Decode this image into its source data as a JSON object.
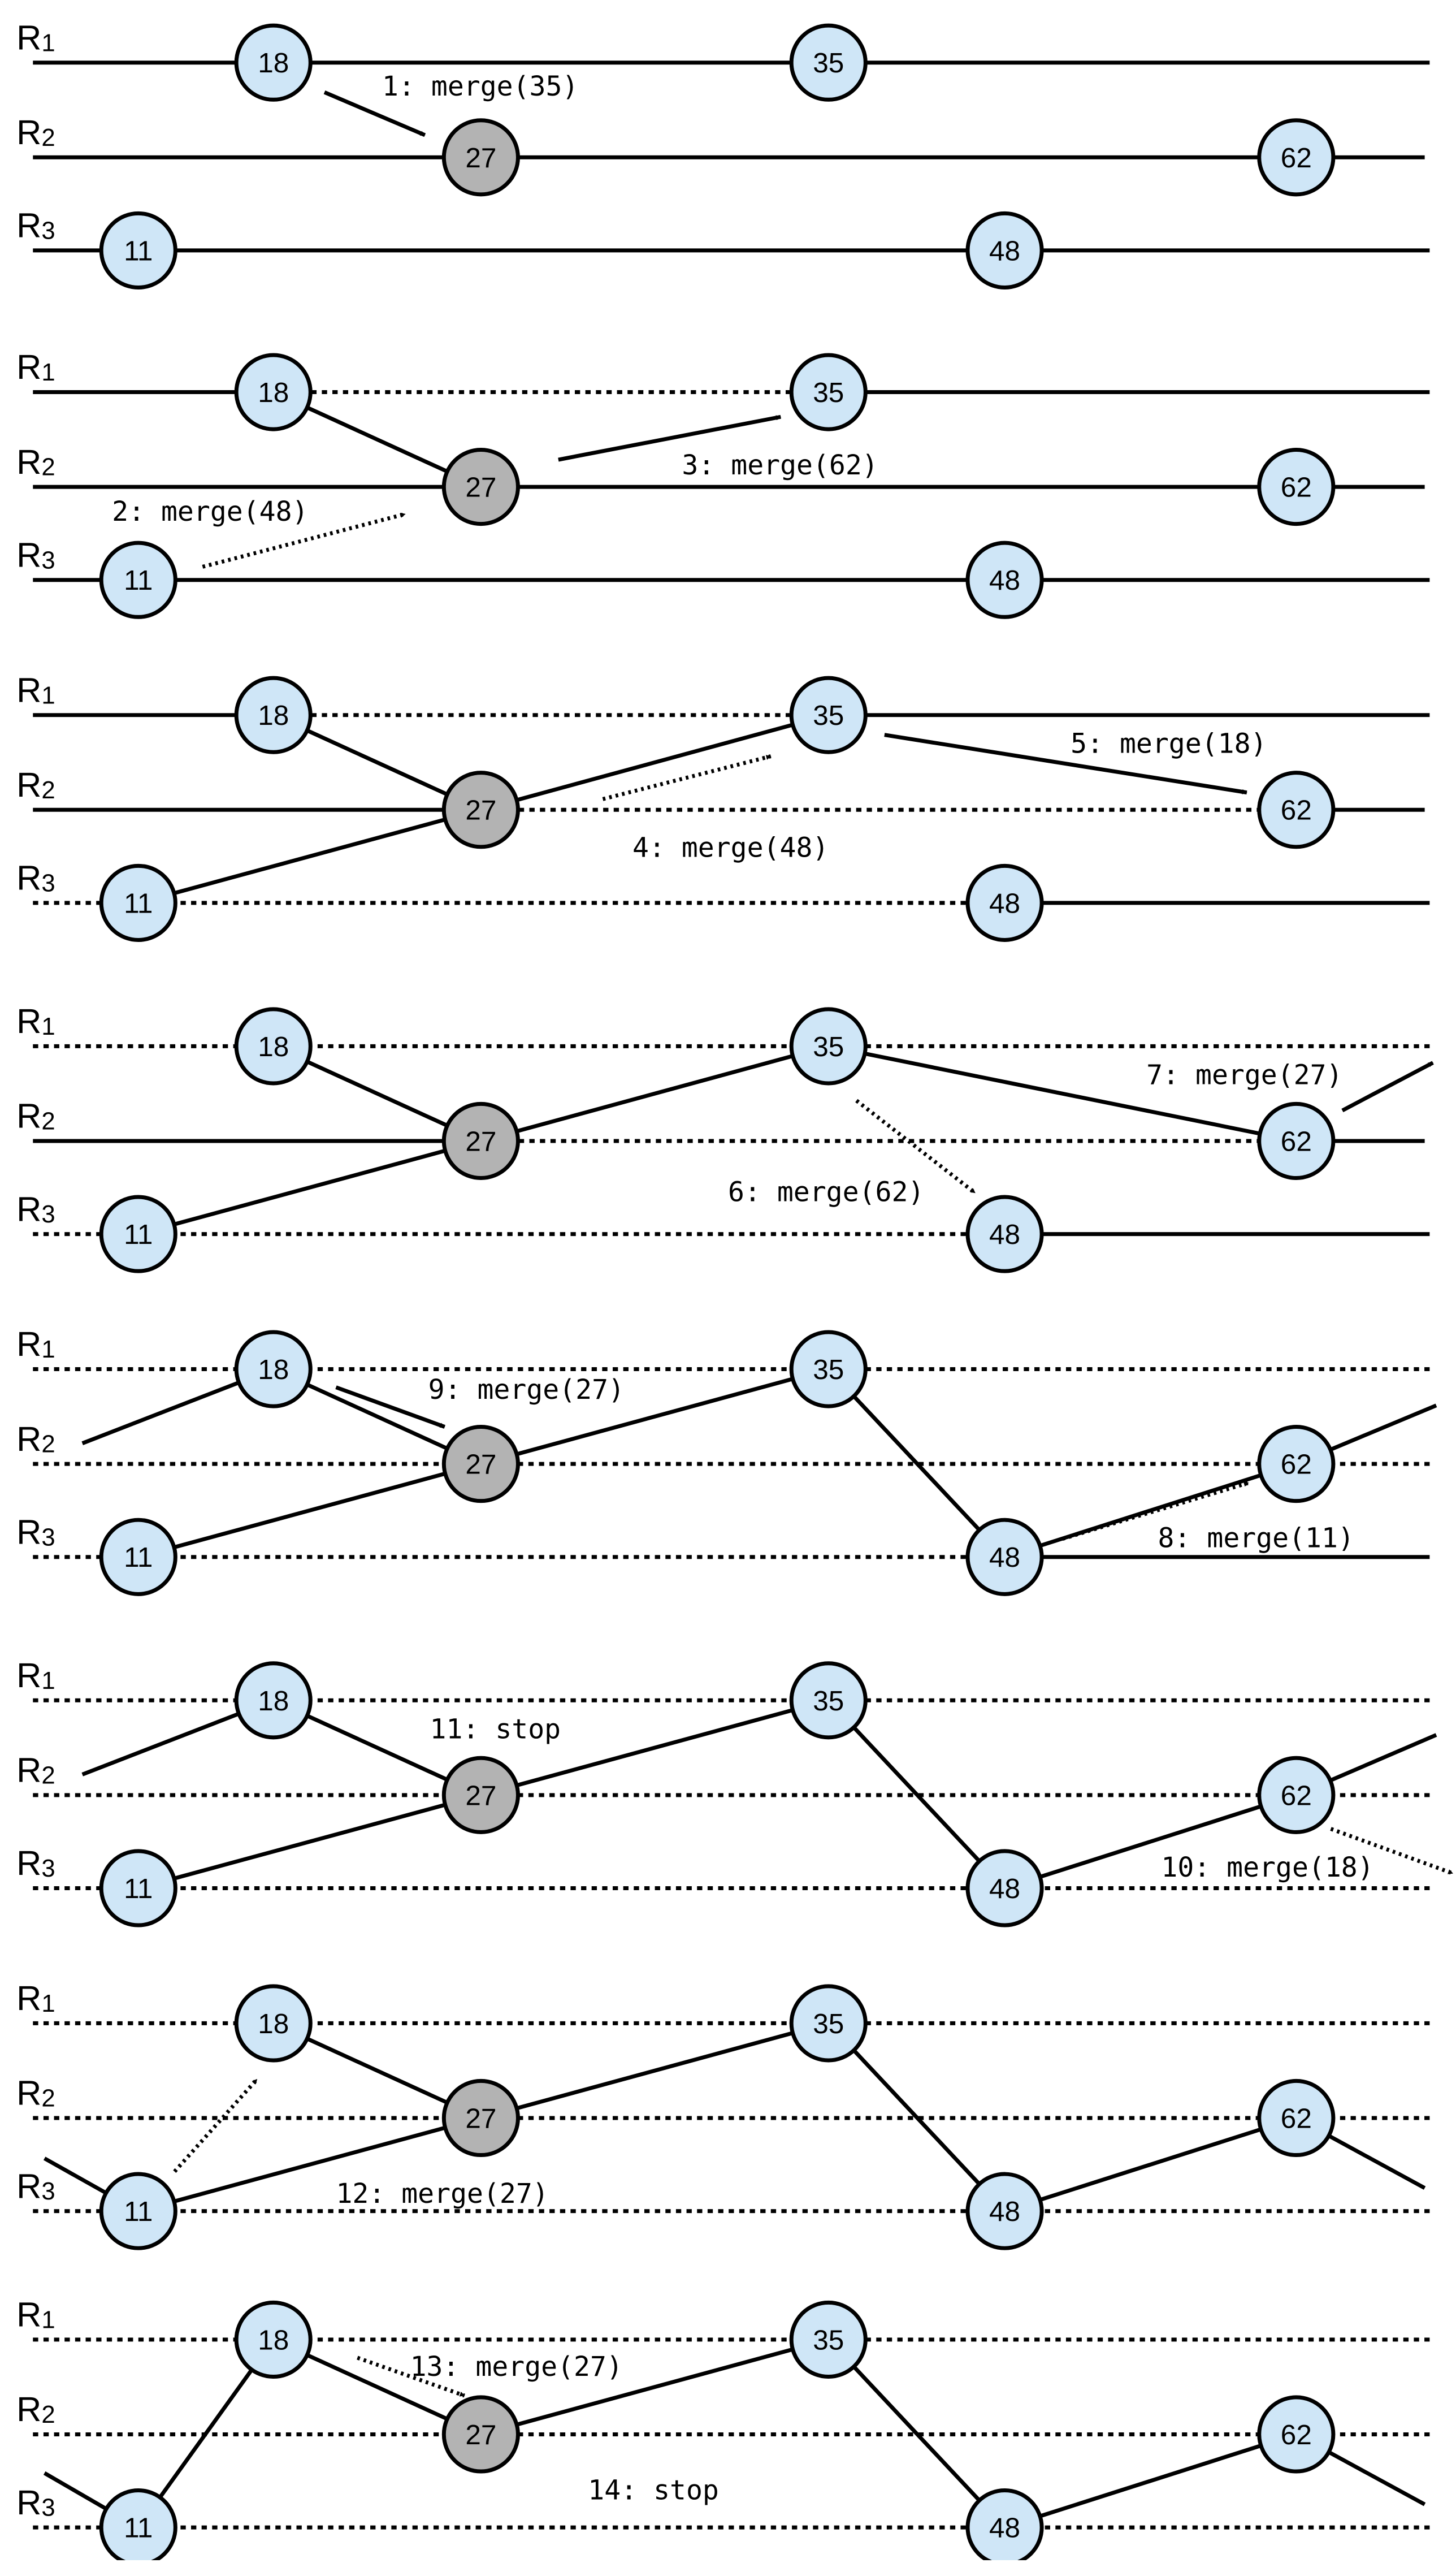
{
  "colors": {
    "node_fill": "#cfe6f7",
    "selected_node_fill": "#b3b3b3",
    "stroke": "#000000"
  },
  "row_labels": [
    {
      "letter": "R",
      "sub": "1"
    },
    {
      "letter": "R",
      "sub": "2"
    },
    {
      "letter": "R",
      "sub": "3"
    }
  ],
  "nodes": [
    {
      "key": "n18",
      "label": "18",
      "row": 0,
      "selected": false
    },
    {
      "key": "n35",
      "label": "35",
      "row": 0,
      "selected": false
    },
    {
      "key": "n27",
      "label": "27",
      "row": 1,
      "selected": true
    },
    {
      "key": "n62",
      "label": "62",
      "row": 1,
      "selected": false
    },
    {
      "key": "n11",
      "label": "11",
      "row": 2,
      "selected": false
    },
    {
      "key": "n48",
      "label": "48",
      "row": 2,
      "selected": false
    }
  ],
  "panels": [
    {
      "step": 1,
      "messages": [
        {
          "text": "1: merge(35)",
          "from": "n18",
          "to": "n27",
          "style": "solid"
        }
      ]
    },
    {
      "step": 2,
      "messages": [
        {
          "text": "2: merge(48)",
          "from": "n11",
          "to": "n27",
          "style": "dotted"
        },
        {
          "text": "3: merge(62)",
          "from": "n27",
          "to": "n35",
          "style": "solid"
        }
      ]
    },
    {
      "step": 3,
      "messages": [
        {
          "text": "4: merge(48)",
          "from": "n27",
          "to": "n35",
          "style": "dotted"
        },
        {
          "text": "5: merge(18)",
          "from": "n35",
          "to": "n62",
          "style": "solid"
        }
      ]
    },
    {
      "step": 4,
      "messages": [
        {
          "text": "6: merge(62)",
          "from": "n35",
          "to": "n48",
          "style": "dotted"
        },
        {
          "text": "7: merge(27)",
          "from": "n62",
          "to": "right",
          "style": "solid"
        }
      ]
    },
    {
      "step": 5,
      "messages": [
        {
          "text": "9: merge(27)",
          "from": "n18",
          "to": "n27",
          "style": "solid"
        },
        {
          "text": "8: merge(11)",
          "from": "n48",
          "to": "n62",
          "style": "dotted"
        }
      ]
    },
    {
      "step": 6,
      "messages": [
        {
          "text": "11: stop",
          "from": "",
          "to": "",
          "style": "none"
        },
        {
          "text": "10: merge(18)",
          "from": "n62",
          "to": "right",
          "style": "dotted"
        }
      ]
    },
    {
      "step": 7,
      "messages": [
        {
          "text": "",
          "from": "n11",
          "to": "n18",
          "style": "dotted"
        },
        {
          "text": "12: merge(27)",
          "from": "",
          "to": "",
          "style": "none"
        }
      ]
    },
    {
      "step": 8,
      "messages": [
        {
          "text": "13: merge(27)",
          "from": "n18",
          "to": "n27",
          "style": "dotted"
        },
        {
          "text": "14: stop",
          "from": "",
          "to": "",
          "style": "none"
        }
      ]
    }
  ]
}
